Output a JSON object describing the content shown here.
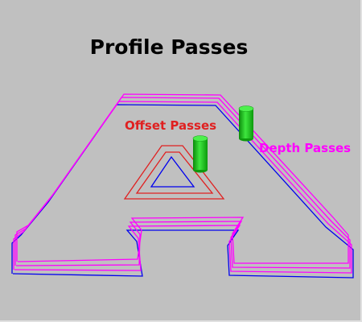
{
  "title": "Profile Passes",
  "labels": {
    "offset_passes": "Offset Passes",
    "depth_passes": "Depth Passes"
  },
  "colors": {
    "background": "#c0c0c0",
    "title": "#000000",
    "offset": "#e02020",
    "depth": "#ff00ff",
    "profile": "#0000ee",
    "tool": "#22cc22"
  },
  "elements": {
    "outer_profile": "letter-A-profile",
    "inner_profile": "triangle-hole-profile",
    "tools": [
      "end-mill-tool",
      "end-mill-tool"
    ]
  }
}
